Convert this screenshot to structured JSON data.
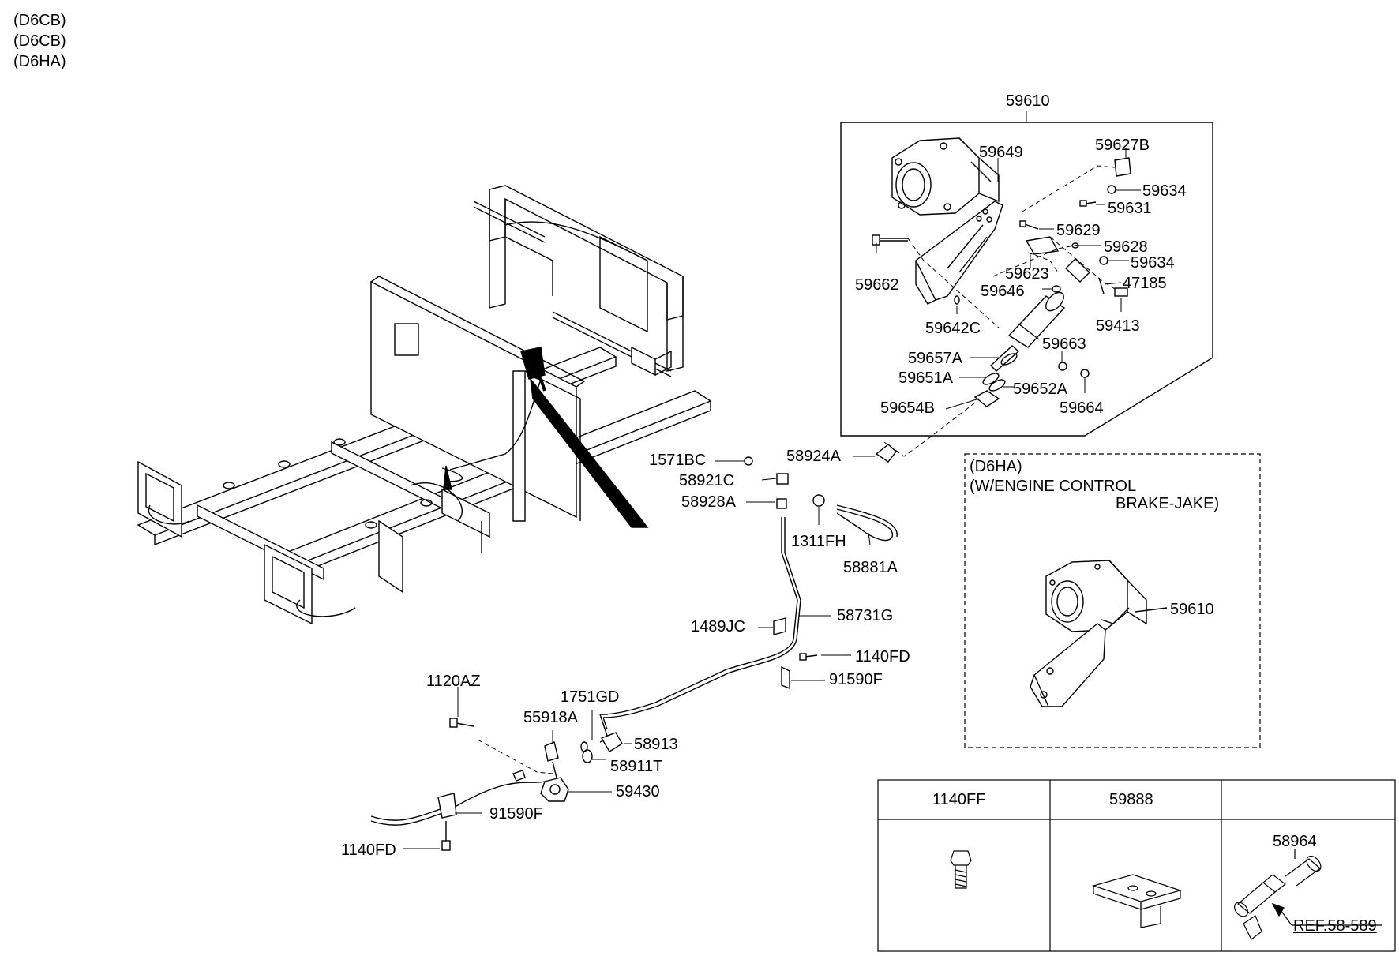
{
  "header": {
    "codes": [
      "(D6CB)",
      "(D6CB)",
      "(D6HA)"
    ]
  },
  "box_d6ha": {
    "line1": "(D6HA)",
    "line2": "(W/ENGINE CONTROL",
    "line3": "BRAKE-JAKE)",
    "part": "59610"
  },
  "parts_table": {
    "headers": [
      "1140FF",
      "59888",
      ""
    ],
    "cell3_label": "58964",
    "ref": "REF.58-589"
  },
  "callouts": {
    "assy_59610": "59610",
    "p59649": "59649",
    "p59627B": "59627B",
    "p59634a": "59634",
    "p59631": "59631",
    "p59629": "59629",
    "p59628": "59628",
    "p59634b": "59634",
    "p59662": "59662",
    "p59623": "59623",
    "p47185": "47185",
    "p59646": "59646",
    "p59642C": "59642C",
    "p59413": "59413",
    "p59663": "59663",
    "p59657A": "59657A",
    "p59651A": "59651A",
    "p59652A": "59652A",
    "p59654B": "59654B",
    "p59664": "59664",
    "p1571BC": "1571BC",
    "p58924A": "58924A",
    "p58921C": "58921C",
    "p58928A": "58928A",
    "p1311FH": "1311FH",
    "p58881A": "58881A",
    "p58731G": "58731G",
    "p1489JC": "1489JC",
    "p1140FDa": "1140FD",
    "p91590Fa": "91590F",
    "p1120AZ": "1120AZ",
    "p1751GD": "1751GD",
    "p55918A": "55918A",
    "p58913": "58913",
    "p58911T": "58911T",
    "p59430": "59430",
    "p91590Fb": "91590F",
    "p1140FDb": "1140FD"
  }
}
